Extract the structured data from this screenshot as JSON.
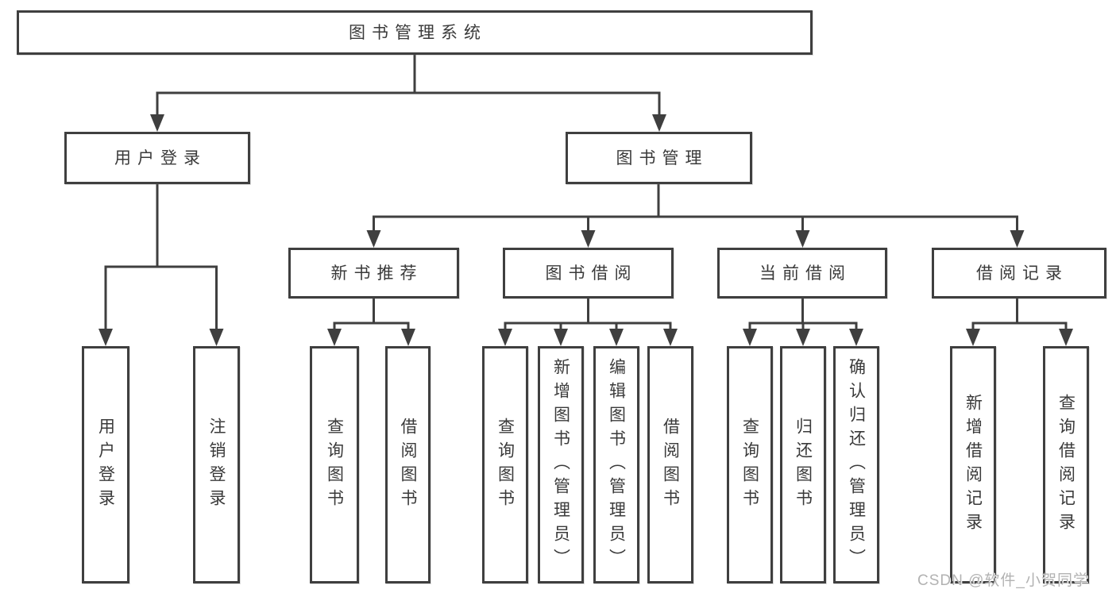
{
  "tree": {
    "label": "图书管理系统",
    "children": [
      {
        "label": "用户登录",
        "children": [
          {
            "label": "用户登录"
          },
          {
            "label": "注销登录"
          }
        ]
      },
      {
        "label": "图书管理",
        "children": [
          {
            "label": "新书推荐",
            "children": [
              {
                "label": "查询图书"
              },
              {
                "label": "借阅图书"
              }
            ]
          },
          {
            "label": "图书借阅",
            "children": [
              {
                "label": "查询图书"
              },
              {
                "label": "新增图书（管理员）"
              },
              {
                "label": "编辑图书（管理员）"
              },
              {
                "label": "借阅图书"
              }
            ]
          },
          {
            "label": "当前借阅",
            "children": [
              {
                "label": "查询图书"
              },
              {
                "label": "归还图书"
              },
              {
                "label": "确认归还（管理员）"
              }
            ]
          },
          {
            "label": "借阅记录",
            "children": [
              {
                "label": "新增借阅记录"
              },
              {
                "label": "查询借阅记录"
              }
            ]
          }
        ]
      }
    ]
  },
  "watermark": {
    "text": "CSDN @软件_小贺同学"
  },
  "colors": {
    "line": "#3f3f3f",
    "text": "#3a3a3a",
    "box_fill": "#ffffff",
    "watermark": "#b2b2b2",
    "background": "#ffffff"
  }
}
